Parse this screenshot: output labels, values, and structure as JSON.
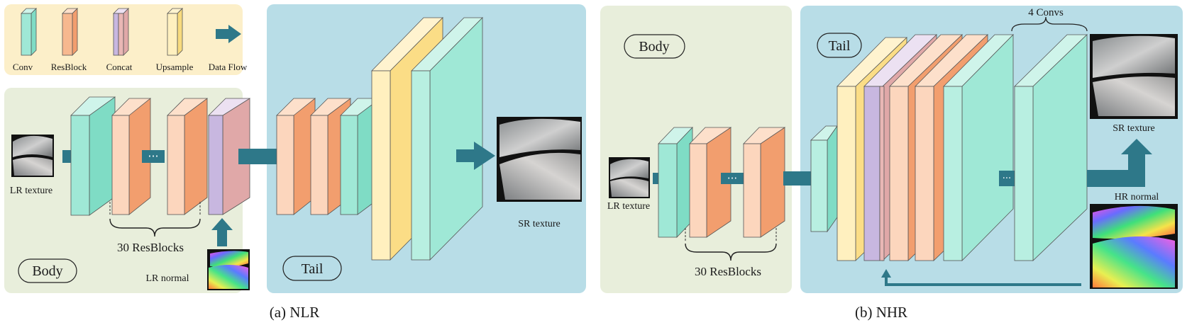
{
  "legend": {
    "items": [
      {
        "label": "Conv",
        "icon": "conv-block-icon"
      },
      {
        "label": "ResBlock",
        "icon": "resblock-block-icon"
      },
      {
        "label": "Concat",
        "icon": "concat-block-icon"
      },
      {
        "label": "Upsample",
        "icon": "upsample-block-icon"
      },
      {
        "label": "Data Flow",
        "icon": "arrow-right-icon"
      }
    ]
  },
  "panel_a": {
    "body_label": "Body",
    "tail_label": "Tail",
    "lr_texture_label": "LR texture",
    "resblocks_label": "30 ResBlocks",
    "lr_normal_label": "LR normal",
    "sr_texture_label": "SR texture",
    "ellipsis": "···",
    "caption": "(a) NLR"
  },
  "panel_b": {
    "body_label": "Body",
    "tail_label": "Tail",
    "lr_texture_label": "LR texture",
    "resblocks_label": "30 ResBlocks",
    "convs_label": "4 Convs",
    "sr_texture_label": "SR texture",
    "hr_normal_label": "HR normal",
    "ellipsis": "···",
    "caption": "(b) NHR"
  },
  "colors": {
    "conv": "#9fe8d6",
    "resblock": "#f7b88f",
    "concat": "#d8c8e2",
    "upsample": "#fce8a6",
    "flow": "#2e7889",
    "body_bg": "#e8eedb",
    "tail_bg": "#b8dde7",
    "legend_bg": "#fcefc9"
  }
}
